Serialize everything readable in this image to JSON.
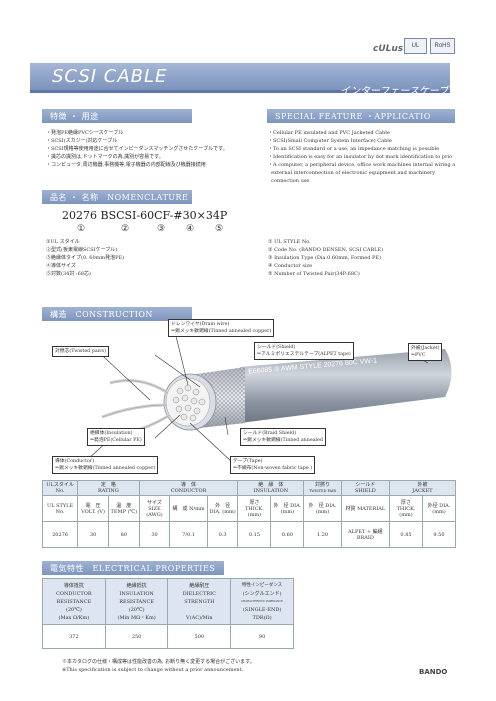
{
  "header": {
    "badge_ul": "UL",
    "badge_rohs": "RoHS",
    "ul_logo": "cULus",
    "title": "SCSI CABLE",
    "subtitle": "インターフェースケーブル"
  },
  "features": {
    "heading_jp": "特徴 ・ 用途",
    "heading_en": "SPECIAL  FEATURE  ・APPLICATIO",
    "jp": [
      "・発泡PE絶縁PVCシースケーブル",
      "・SCSI(スカジー)対応ケーブル",
      "・SCSI規格等使用用途に合せてインピーダンスマッチングさせたケーブルです。",
      "・識芯の識別は,ドットマークの為,識別が容易です。",
      "・コンピュータ,周辺機器,事務機等,電子機器の内部配線及び機器接続用"
    ],
    "en": [
      "・Cellular PE insulated and PVC Jacketed Cable",
      "・SCSI(Small Computer System Interface) Cable",
      "・To an SCSI standard or a use, an impedance matching is possible",
      "・Identification is easy for an insulator by dot mark identification to prio",
      "・A computer, a peripheral device, office work machines internal wiring a",
      "  external interconnection of electronic equipment and machinery",
      "  connection use"
    ]
  },
  "nomenclature": {
    "heading": "品名 ・ 名称　NOMENCLATURE",
    "code": "20276 BSCSI-60CF-#30×34P",
    "markers": [
      "①",
      "②",
      "③",
      "④",
      "⑤"
    ],
    "jp": [
      "①UL スタイル",
      "②型式(板東電線SCSIケーブル)",
      "③絶縁体タイプ(0. 60mm発泡PE)",
      "④導体サイズ",
      "⑤対数(34対 :68芯)"
    ],
    "en": [
      "① UL STYLE No.",
      "② Code No. (BANDO DENSEN, SCSI CABLE)",
      "③ Insulation Type (Dia.0.60mm, Formed PE)",
      "④ Conductor size",
      "⑤ Number of  Twisted Pair(34P:68C)"
    ]
  },
  "construction": {
    "heading": "構造　CONSTRUCTION",
    "drain": [
      "ドレンワイヤ(Drain  wire)",
      "⇒錫メッキ軟銅線(Tinned  annealed  copper)"
    ],
    "shield": [
      "シールド(Shield)",
      "⇒アルミポリエステルテープ(ALPET  tape)"
    ],
    "jacket": [
      "外被(Jacket)",
      "⇒PVC"
    ],
    "twisted": [
      "対撚芯(Twisted pairs)"
    ],
    "insulation": [
      "絶縁体(Insulation)",
      "⇒発泡PE(Cellular PE)"
    ],
    "braid": [
      "シールド(Braid Shield)",
      "⇒錫メッキ軟銅線(Tinned annealed"
    ],
    "conductor": [
      "導体(Conductor)",
      "⇒錫メッキ軟銅線(Tinned annealed copper)"
    ],
    "tape": [
      "テープ(Tape)",
      "⇒不織布(Non-woven fabric tape )"
    ],
    "cable_print": "E66085  ®  AWM STYLE 20276 80C VW-1"
  },
  "spec_table": {
    "head1": [
      "ULスタイル",
      "定　格",
      "導　体",
      "絶　縁　体",
      "対撚り",
      "シールド",
      "外被"
    ],
    "head1_en": [
      "No.",
      "RATING",
      "CONDUCTOR",
      "INSULATION",
      "TWISTED PAIR",
      "SHIELD",
      "JACKET"
    ],
    "head2": [
      "UL STYLE No.",
      "電　圧 VOLT. (V)",
      "温　度 TEMP (℃)",
      "サイズ SIZE (AWG)",
      "構　成 N/mm",
      "外　径 DIA. (mm)",
      "厚さ THICK. (mm)",
      "外　径 DIA. (mm)",
      "外　径 DIA. (mm)",
      "材質 MATERIAL",
      "厚さ THICK. (mm)",
      "外径 DIA. (mm)"
    ],
    "row": [
      "20276",
      "30",
      "80",
      "30",
      "7/0.1",
      "0.3",
      "0.15",
      "0.60",
      "1.20",
      "ALPET + 編組BRAID",
      "0.85",
      "9.50"
    ]
  },
  "electrical": {
    "heading": "電気特性　ELECTRICAL PROPERTIES",
    "head": [
      [
        "導体抵抗",
        "CONDUCTOR",
        "RESISTANCE",
        "(20℃)",
        "(Max Ω/Km)"
      ],
      [
        "絶縁抵抗",
        "INSULATION",
        "RESISTANCE",
        "(20℃)",
        "(Min MΩ・Km)"
      ],
      [
        "絶縁耐圧",
        "DIELECTRIC",
        "STRENGTH",
        "",
        "V(AC)/Min"
      ],
      [
        "特性インピーダンス",
        "(シングルエンド)",
        "CHARACTERISTIC IMPEDANCE",
        "(SINGLE-END)",
        "TDR(Ω)"
      ]
    ],
    "row": [
      "372",
      "250",
      "500",
      "90"
    ]
  },
  "footer": {
    "note_jp": "※本カタログの仕様・構成等は性能改善の為, お断り無く変更する場合がございます。",
    "note_en": "※This specification is subject to change without a prior announcement.",
    "brand": "BANDO"
  }
}
